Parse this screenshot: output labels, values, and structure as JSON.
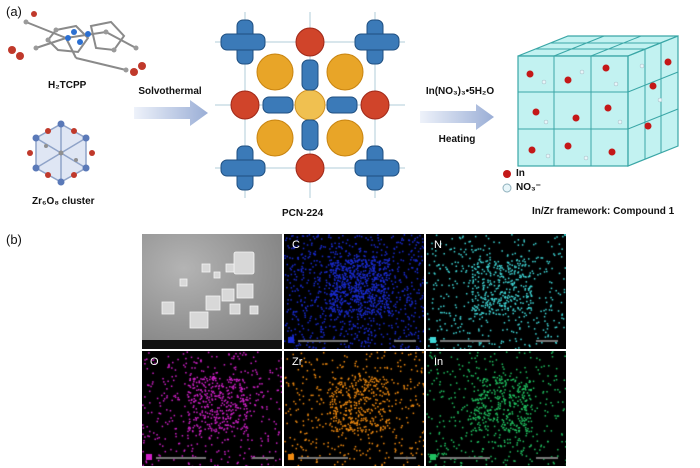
{
  "panel_a": {
    "label": "(a)",
    "molecule_label": "H₂TCPP",
    "cluster_label": "Zr₆O₈ cluster",
    "arrow1_text": "Solvothermal",
    "mof_label": "PCN-224",
    "arrow2_text_top": "In(NO₃)₃•5H₂O",
    "arrow2_text_bottom": "Heating",
    "legend_in": "In",
    "legend_no3": "NO₃⁻",
    "product_label": "In/Zr framework: Compound 1"
  },
  "panel_b": {
    "label": "(b)",
    "maps": [
      {
        "element": "C",
        "color": "#1a2bd0"
      },
      {
        "element": "N",
        "color": "#3fd6d6"
      },
      {
        "element": "O",
        "color": "#d020c8"
      },
      {
        "element": "Zr",
        "color": "#f08a10"
      },
      {
        "element": "In",
        "color": "#20c060"
      }
    ]
  },
  "colors": {
    "cube_face": "#8fe8e6",
    "cube_edge": "#3aa6a6",
    "in_atom": "#c41818",
    "no3_atom": "#e8f6fa"
  }
}
